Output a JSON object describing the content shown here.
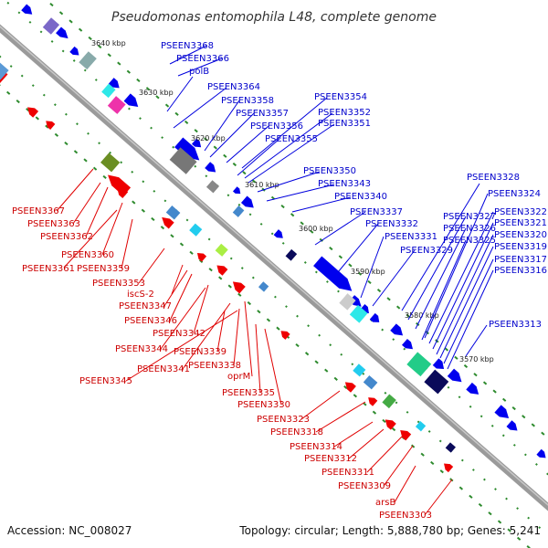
{
  "title": "Pseudomonas entomophila L48, complete genome",
  "footer": {
    "accession": "Accession: NC_008027",
    "summary": "Topology: circular; Length: 5,888,780 bp; Genes: 5,241"
  },
  "colors": {
    "forward": "#0000ee",
    "reverse": "#ee0000",
    "backbone": "#8a8a8a"
  },
  "kbp_ticks": [
    "3640 kbp",
    "3630 kbp",
    "3620 kbp",
    "3610 kbp",
    "3600 kbp",
    "3590 kbp",
    "3580 kbp",
    "3570 kbp"
  ],
  "blue_labels": [
    "PSEEN3368",
    "PSEEN3366",
    "polB",
    "PSEEN3364",
    "PSEEN3358",
    "PSEEN3357",
    "PSEEN3356",
    "PSEEN3355",
    "PSEEN3354",
    "PSEEN3352",
    "PSEEN3351",
    "PSEEN3350",
    "PSEEN3343",
    "PSEEN3340",
    "PSEEN3337",
    "PSEEN3332",
    "PSEEN3331",
    "PSEEN3329",
    "PSEEN3328",
    "PSEEN3327",
    "PSEEN3326",
    "PSEEN3325",
    "PSEEN3324",
    "PSEEN3322",
    "PSEEN3321",
    "PSEEN3320",
    "PSEEN3319",
    "PSEEN3317",
    "PSEEN3316",
    "PSEEN3313"
  ],
  "red_labels": [
    "PSEEN3367",
    "PSEEN3363",
    "PSEEN3362",
    "PSEEN3360",
    "PSEEN3361",
    "PSEEN3359",
    "PSEEN3353",
    "iscS-2",
    "PSEEN3347",
    "PSEEN3346",
    "PSEEN3342",
    "PSEEN3344",
    "PSEEN3339",
    "PSEEN3341",
    "PSEEN3338",
    "PSEEN3345",
    "oprM",
    "PSEEN3335",
    "PSEEN3330",
    "PSEEN3323",
    "PSEEN3318",
    "PSEEN3314",
    "PSEEN3312",
    "PSEEN3311",
    "PSEEN3309",
    "arsB",
    "PSEEN3303"
  ]
}
